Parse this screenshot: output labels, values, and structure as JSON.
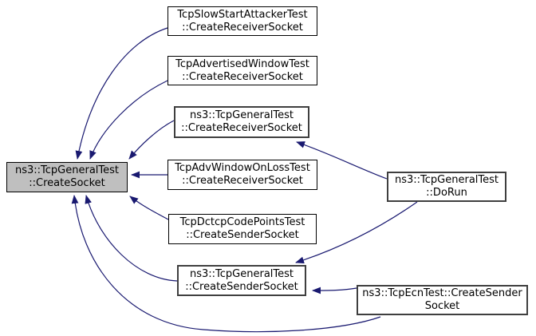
{
  "diagram": {
    "kind": "caller-graph",
    "colors": {
      "edge": "#191970",
      "highlight_fill": "#bfbfbf",
      "node_fill": "#ffffff",
      "node_border": "#000000",
      "background": "#ffffff"
    },
    "nodes": {
      "create_socket": {
        "line1": "ns3::TcpGeneralTest",
        "line2": "::CreateSocket",
        "highlighted": true
      },
      "slow_start_attacker_create_receiver": {
        "line1": "TcpSlowStartAttackerTest",
        "line2": "::CreateReceiverSocket"
      },
      "advertised_window_create_receiver": {
        "line1": "TcpAdvertisedWindowTest",
        "line2": "::CreateReceiverSocket"
      },
      "general_create_receiver": {
        "line1": "ns3::TcpGeneralTest",
        "line2": "::CreateReceiverSocket"
      },
      "adv_window_on_loss_create_receiver": {
        "line1": "TcpAdvWindowOnLossTest",
        "line2": "::CreateReceiverSocket"
      },
      "dctcp_code_points_create_sender": {
        "line1": "TcpDctcpCodePointsTest",
        "line2": "::CreateSenderSocket"
      },
      "general_create_sender": {
        "line1": "ns3::TcpGeneralTest",
        "line2": "::CreateSenderSocket"
      },
      "do_run": {
        "line1": "ns3::TcpGeneralTest",
        "line2": "::DoRun"
      },
      "ecn_create_sender": {
        "line1": "ns3::TcpEcnTest::CreateSender",
        "line2": "Socket"
      }
    },
    "edges": [
      {
        "from": "slow_start_attacker_create_receiver",
        "to": "create_socket"
      },
      {
        "from": "advertised_window_create_receiver",
        "to": "create_socket"
      },
      {
        "from": "general_create_receiver",
        "to": "create_socket"
      },
      {
        "from": "adv_window_on_loss_create_receiver",
        "to": "create_socket"
      },
      {
        "from": "dctcp_code_points_create_sender",
        "to": "create_socket"
      },
      {
        "from": "general_create_sender",
        "to": "create_socket"
      },
      {
        "from": "ecn_create_sender",
        "to": "create_socket"
      },
      {
        "from": "do_run",
        "to": "general_create_receiver"
      },
      {
        "from": "do_run",
        "to": "general_create_sender"
      },
      {
        "from": "ecn_create_sender",
        "to": "general_create_sender"
      }
    ]
  }
}
